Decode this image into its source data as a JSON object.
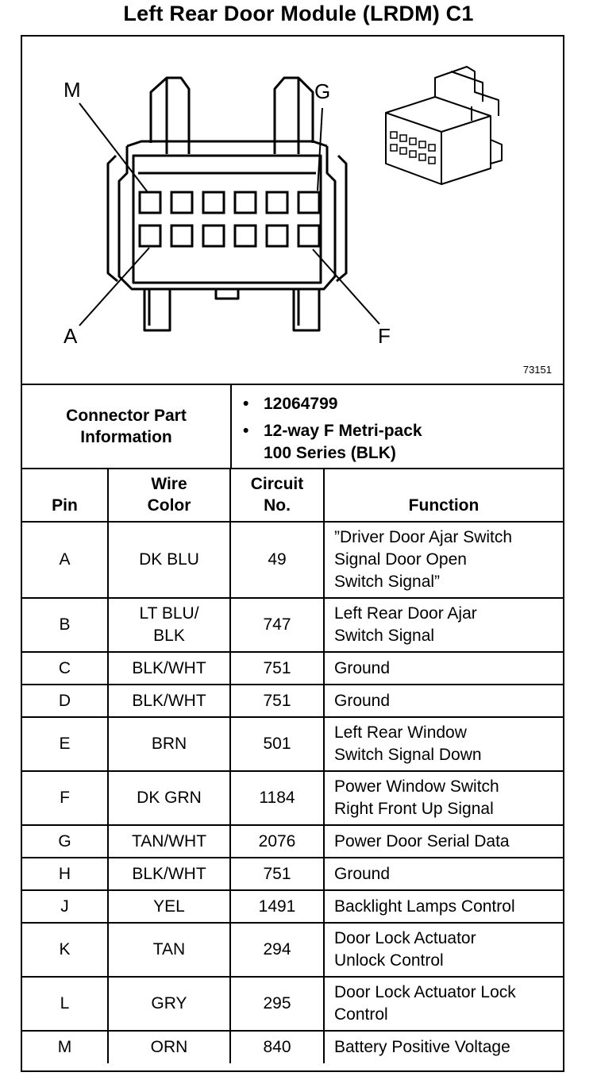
{
  "title": "Left Rear Door Module (LRDM) C1",
  "diagram": {
    "pin_labels": {
      "M": "M",
      "G": "G",
      "A": "A",
      "F": "F"
    },
    "figure_number": "73151"
  },
  "connector": {
    "label_line1": "Connector Part",
    "label_line2": "Information",
    "bullet": "•",
    "part_number": "12064799",
    "type_line1": "12-way F Metri-pack",
    "type_line2": "100 Series (BLK)"
  },
  "table": {
    "headers": {
      "pin": "Pin",
      "wire_color_1": "Wire",
      "wire_color_2": "Color",
      "circuit_1": "Circuit",
      "circuit_2": "No.",
      "function": "Function"
    },
    "rows": [
      {
        "pin": "A",
        "color": [
          "DK BLU"
        ],
        "circuit": "49",
        "function": [
          "”Driver Door Ajar Switch",
          "Signal Door Open",
          "Switch Signal”"
        ]
      },
      {
        "pin": "B",
        "color": [
          "LT BLU/",
          "BLK"
        ],
        "circuit": "747",
        "function": [
          "Left Rear Door Ajar",
          "Switch Signal"
        ]
      },
      {
        "pin": "C",
        "color": [
          "BLK/WHT"
        ],
        "circuit": "751",
        "function": [
          "Ground"
        ]
      },
      {
        "pin": "D",
        "color": [
          "BLK/WHT"
        ],
        "circuit": "751",
        "function": [
          "Ground"
        ]
      },
      {
        "pin": "E",
        "color": [
          "BRN"
        ],
        "circuit": "501",
        "function": [
          "Left Rear Window",
          "Switch Signal Down"
        ]
      },
      {
        "pin": "F",
        "color": [
          "DK GRN"
        ],
        "circuit": "1184",
        "function": [
          "Power Window Switch",
          "Right Front Up Signal"
        ]
      },
      {
        "pin": "G",
        "color": [
          "TAN/WHT"
        ],
        "circuit": "2076",
        "function": [
          "Power Door Serial Data"
        ]
      },
      {
        "pin": "H",
        "color": [
          "BLK/WHT"
        ],
        "circuit": "751",
        "function": [
          "Ground"
        ]
      },
      {
        "pin": "J",
        "color": [
          "YEL"
        ],
        "circuit": "1491",
        "function": [
          "Backlight Lamps Control"
        ]
      },
      {
        "pin": "K",
        "color": [
          "TAN"
        ],
        "circuit": "294",
        "function": [
          "Door Lock Actuator",
          "Unlock Control"
        ]
      },
      {
        "pin": "L",
        "color": [
          "GRY"
        ],
        "circuit": "295",
        "function": [
          "Door Lock Actuator Lock",
          "Control"
        ]
      },
      {
        "pin": "M",
        "color": [
          "ORN"
        ],
        "circuit": "840",
        "function": [
          "Battery Positive Voltage"
        ]
      }
    ]
  }
}
